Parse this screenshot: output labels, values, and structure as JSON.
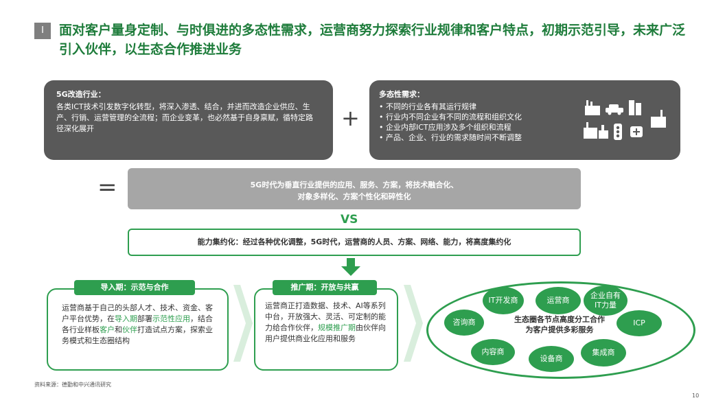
{
  "title": {
    "marker": "I",
    "text": "面对客户量身定制、与时俱进的多态性需求，运营商努力探索行业规律和客户特点，初期示范引导，未来广泛引入伙伴，以生态合作推进业务"
  },
  "box_5g": {
    "heading": "5G改造行业：",
    "body": "各类ICT技术引发数字化转型，将深入渗透、结合，并进而改造企业供应、生产、行销、运营管理的全流程；而企业变革，也必然基于自身禀赋，循特定路径深化展开"
  },
  "plus_sign": "+",
  "box_multi": {
    "heading": "多态性需求：",
    "bullets": [
      "不同的行业各有其运行规律",
      "行业内不同企业有不同的流程和组织文化",
      "企业内部ICT应用涉及多个组织和流程",
      "产品、企业、行业的需求随时间不断调整"
    ]
  },
  "equal_sign": "=",
  "result_box": {
    "line1": "5G时代为垂直行业提供的应用、服务、方案，将技术融合化、",
    "line2": "对象多样化、方案个性化和碎性化"
  },
  "vs_label": "VS",
  "capability_box": "能力集约化：经过各种优化调整，5G时代，运营商的人员、方案、网络、能力，将高度集约化",
  "stage1": {
    "tab": "导入期：示范与合作",
    "t1": "运营商基于自己的头部人才、技术、资金、客户平台优势，在",
    "g1": "导入期",
    "t2": "部署",
    "g2": "示范性应用",
    "t3": "，结合各行业样板",
    "g3": "客户",
    "t4": "和",
    "g4": "伙伴",
    "t5": "打造试点方案，探索业务模式和生态圈结构"
  },
  "stage2": {
    "tab": "推广期：开放与共赢",
    "t1": "运营商正打造数据、技术、AI等系列中台，开放强大、灵活、可定制的能力给合作伙伴，",
    "g1": "规模推广期",
    "t2": "由伙伴向用户提供商业化应用和服务"
  },
  "ecosystem": {
    "center_line1": "生态圈各节点高度分工合作",
    "center_line2": "为客户提供多彩服务",
    "nodes": [
      "IT开发商",
      "运营商",
      "企业自有IT力量",
      "咨询商",
      "ICP",
      "内容商",
      "设备商",
      "集成商"
    ]
  },
  "icons": [
    "factory-icon",
    "car-icon",
    "building-icon",
    "refinery-icon",
    "traffic-light-icon",
    "medical-kit-icon",
    "plant-icon"
  ],
  "source": "资料来源：德勤和中兴通讯研究",
  "page_number": "10",
  "colors": {
    "accent_green": "#2e9e4f",
    "dark_gray": "#595959",
    "mid_gray": "#a6a6a6"
  }
}
